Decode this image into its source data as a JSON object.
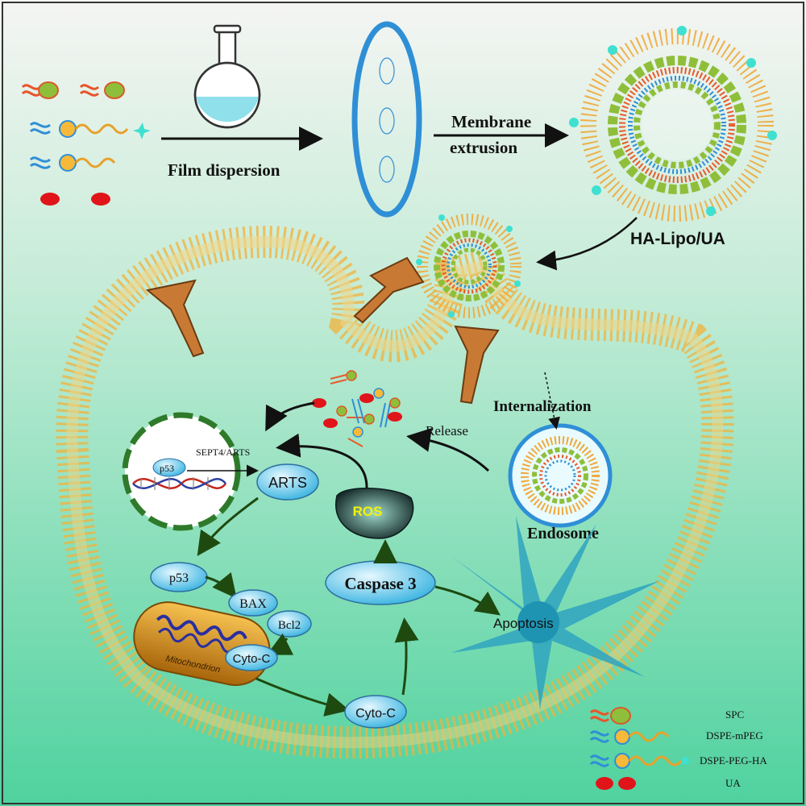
{
  "steps": {
    "film_dispersion": "Film dispersion",
    "membrane_extrusion_line1": "Membrane",
    "membrane_extrusion_line2": "extrusion",
    "product": "HA-Lipo/UA"
  },
  "cell": {
    "internalization": "Internalization",
    "release": "Release",
    "endosome": "Endosome"
  },
  "nucleus": {
    "p53": "p53",
    "sept4": "SEPT4/ARTS"
  },
  "molecules": {
    "arts": "ARTS",
    "ros": "ROS",
    "caspase3": "Caspase 3",
    "p53": "p53",
    "bax": "BAX",
    "bcl2": "Bcl2",
    "cytoc_mito": "Cyto-C",
    "cytoc": "Cyto-C",
    "apoptosis": "Apoptosis",
    "mitochondrion": "Mitochondrion"
  },
  "legend": {
    "items": [
      "SPC",
      "DSPE-mPEG",
      "DSPE-PEG-HA",
      "UA"
    ]
  },
  "colors": {
    "background_top": "#f2f4f2",
    "background_bottom": "#5ad6a6",
    "membrane": "#f3b23a",
    "ua_red": "#e0151a",
    "blue_vesicle": "#2f8fd6",
    "green_arrow": "#2f6b1a",
    "cyan_molecule": "#4fc3e6",
    "apoptosis_star": "#2fa3c0"
  }
}
